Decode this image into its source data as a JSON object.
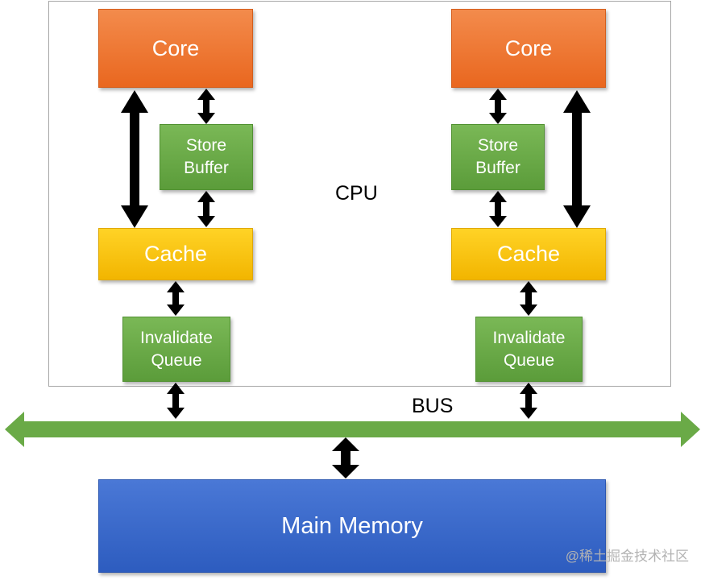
{
  "cpu": {
    "label": "CPU"
  },
  "bus": {
    "label": "BUS"
  },
  "left": {
    "core": "Core",
    "store_buffer": [
      "Store",
      "Buffer"
    ],
    "cache": "Cache",
    "invalidate_queue": [
      "Invalidate",
      "Queue"
    ]
  },
  "right": {
    "core": "Core",
    "store_buffer": [
      "Store",
      "Buffer"
    ],
    "cache": "Cache",
    "invalidate_queue": [
      "Invalidate",
      "Queue"
    ]
  },
  "memory": {
    "label": "Main Memory"
  },
  "watermark": "@稀土掘金技术社区",
  "colors": {
    "core": "#ed7430",
    "cache": "#ffc000",
    "green": "#6aaa47",
    "memory": "#3a68cc",
    "bus": "#6aaa47",
    "arrow": "#000000",
    "frame": "#a6a6a6"
  }
}
